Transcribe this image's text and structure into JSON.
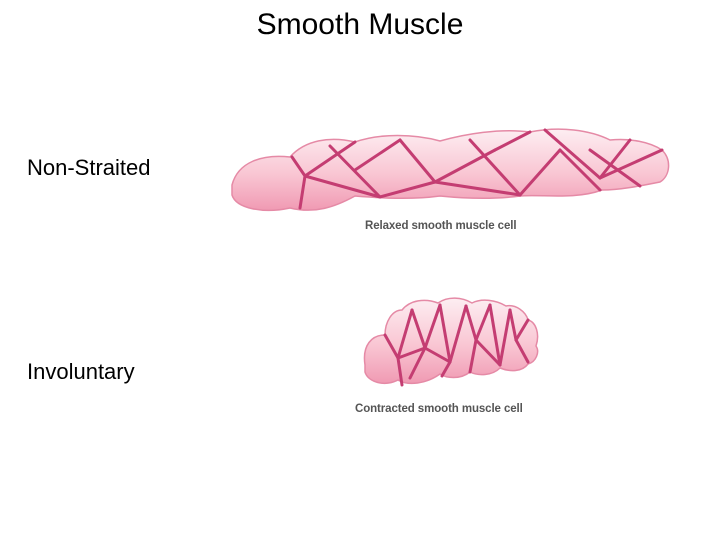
{
  "slide": {
    "title": "Smooth Muscle",
    "points": [
      "Non-Straited",
      "Involuntary"
    ]
  },
  "diagram": {
    "relaxed_caption": "Relaxed smooth muscle cell",
    "contracted_caption": "Contracted smooth muscle cell",
    "colors": {
      "cell_fill_light": "#fde8ee",
      "cell_fill": "#f6a9be",
      "cell_outline": "#e58aa6",
      "filament": "#c43d72"
    }
  }
}
